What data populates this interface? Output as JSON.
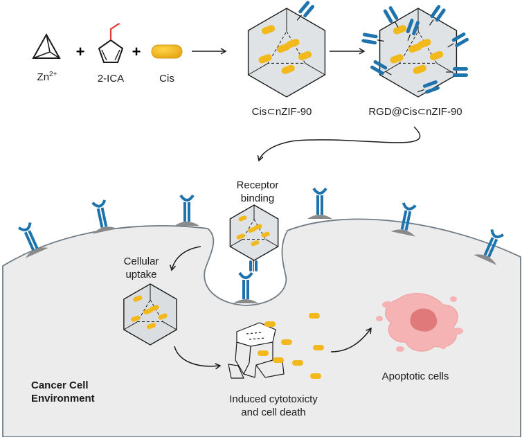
{
  "reagents": {
    "zinc": "Zn",
    "zinc_charge": "2+",
    "ica": "2-ICA",
    "drug": "Cis",
    "plus": "+"
  },
  "products": {
    "loaded_mof": "Cis⊂nZIF-90",
    "rgd_mof": "RGD@Cis⊂nZIF-90"
  },
  "cell": {
    "receptor_binding_line1": "Receptor",
    "receptor_binding_line2": "binding",
    "uptake_line1": "Cellular",
    "uptake_line2": "uptake",
    "environment_line1": "Cancer Cell",
    "environment_line2": "Environment",
    "cytotoxicity_line1": "Induced cytotoxicty",
    "cytotoxicity_line2": "and cell death",
    "apoptotic": "Apoptotic cells"
  },
  "colors": {
    "membrane_fill": "#ececec",
    "membrane_stroke": "#6f7b85",
    "mof_fill": "#d6d9dc",
    "drug": "#f2b91d",
    "receptor_blue": "#1e73ad",
    "receptor_base": "#8a8a8a",
    "apoptotic": "#f4a3a3",
    "apoptotic_core": "#e07a7a"
  }
}
